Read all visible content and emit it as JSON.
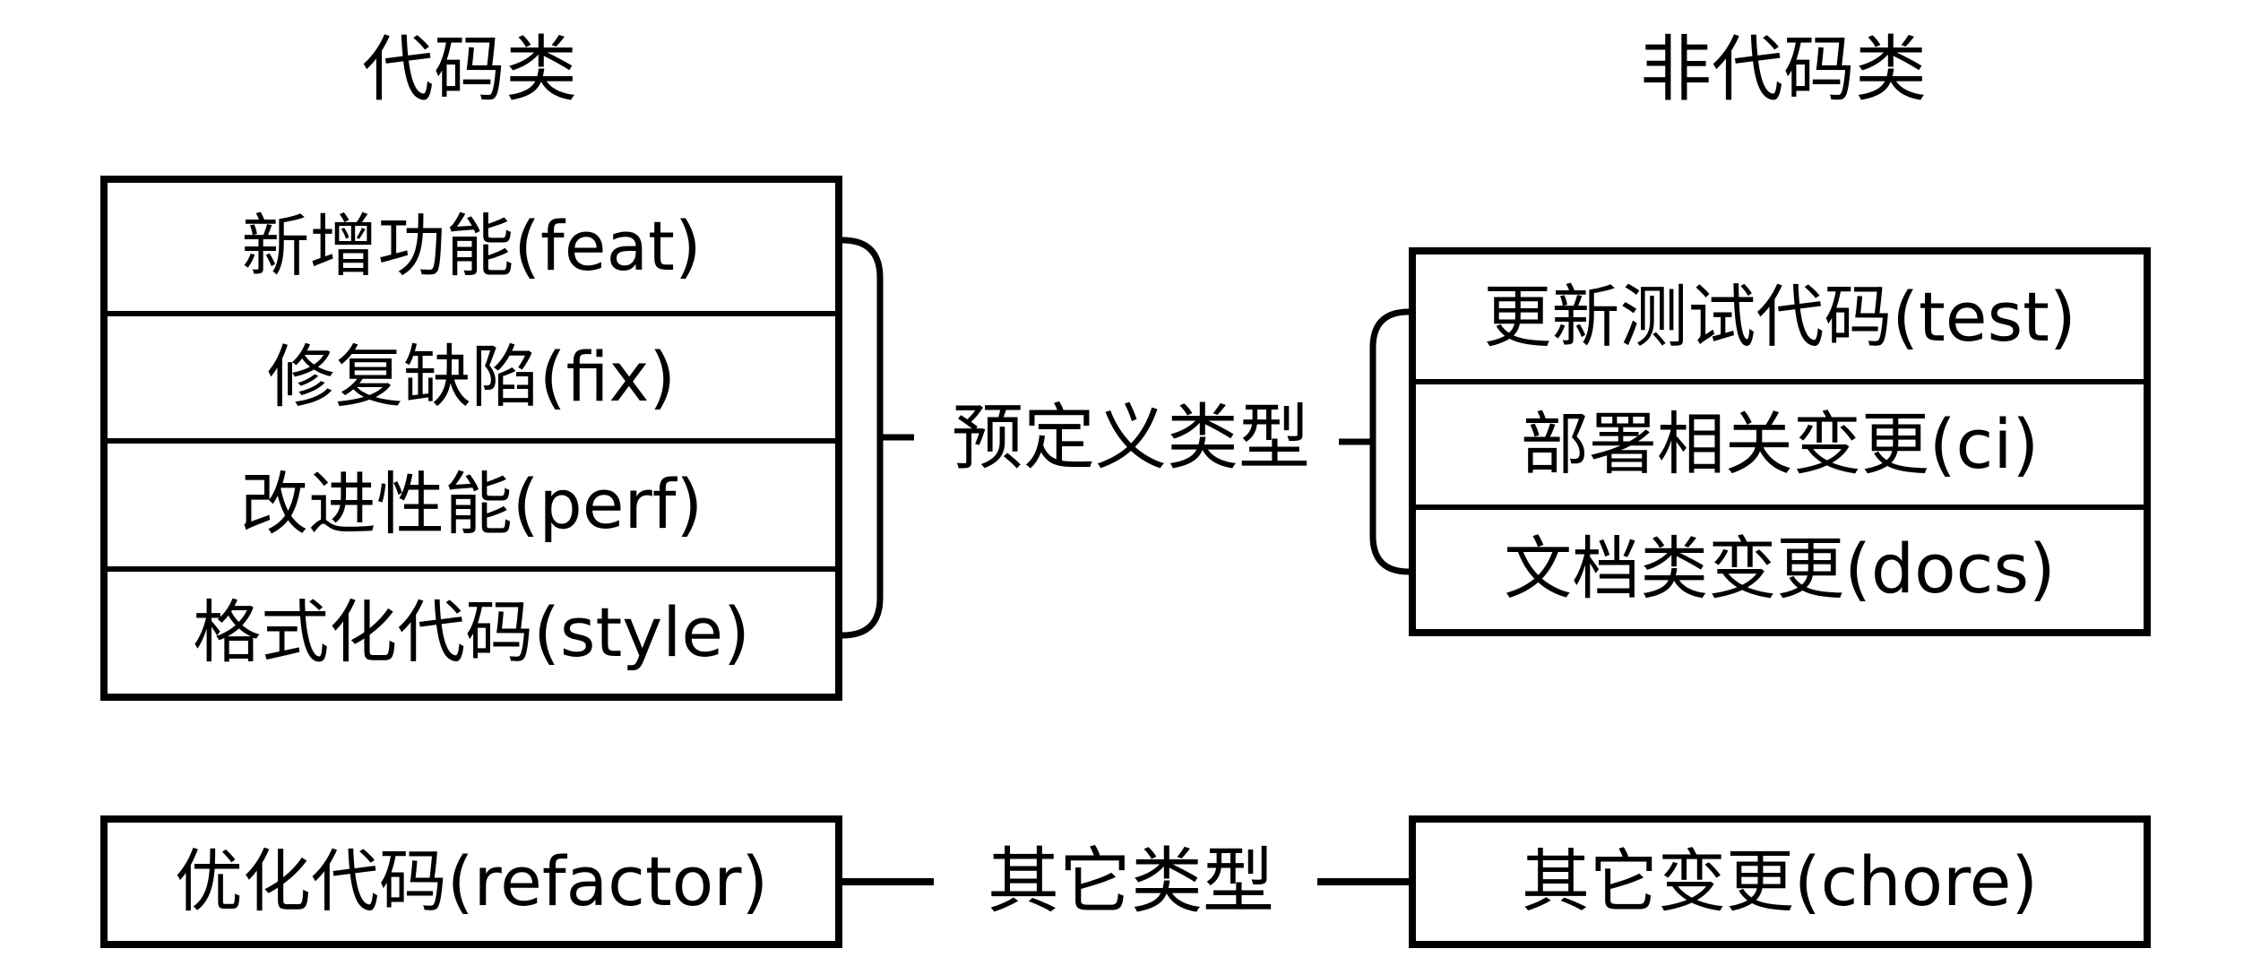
{
  "diagram": {
    "headers": {
      "left": "代码类",
      "right": "非代码类"
    },
    "left_group": {
      "rows": [
        {
          "label": "新增功能(feat)"
        },
        {
          "label": "修复缺陷(fix)"
        },
        {
          "label": "改进性能(perf)"
        },
        {
          "label": "格式化代码(style)"
        }
      ]
    },
    "right_group": {
      "rows": [
        {
          "label": "更新测试代码(test)"
        },
        {
          "label": "部署相关变更(ci)"
        },
        {
          "label": "文档类变更(docs)"
        }
      ]
    },
    "connector_labels": {
      "predefined": "预定义类型",
      "other": "其它类型"
    },
    "bottom_row": {
      "left_box": "优化代码(refactor)",
      "right_box": "其它变更(chore)"
    },
    "colors": {
      "line": "#000000",
      "text": "#000000",
      "background": "#ffffff"
    }
  }
}
